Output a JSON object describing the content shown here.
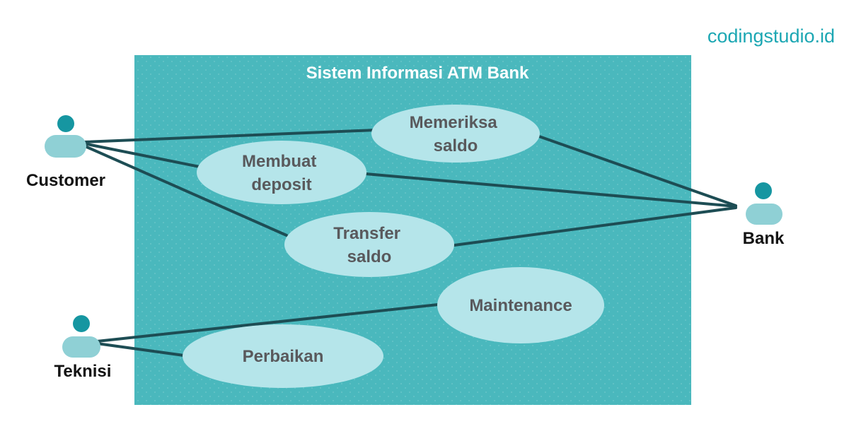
{
  "watermark": {
    "text": "codingstudio.id",
    "color": "#1ca7b3"
  },
  "system": {
    "title": "Sistem Informasi ATM Bank",
    "fill": "#4ab8bd",
    "title_color": "#ffffff"
  },
  "actors": [
    {
      "id": "customer",
      "label": "Customer"
    },
    {
      "id": "bank",
      "label": "Bank"
    },
    {
      "id": "teknisi",
      "label": "Teknisi"
    }
  ],
  "use_cases": [
    {
      "id": "memeriksa-saldo",
      "label": "Memeriksa saldo",
      "line1": "Memeriksa",
      "line2": "saldo"
    },
    {
      "id": "membuat-deposit",
      "label": "Membuat deposit",
      "line1": "Membuat",
      "line2": "deposit"
    },
    {
      "id": "transfer-saldo",
      "label": "Transfer saldo",
      "line1": "Transfer",
      "line2": "saldo"
    },
    {
      "id": "maintenance",
      "label": "Maintenance"
    },
    {
      "id": "perbaikan",
      "label": "Perbaikan"
    }
  ],
  "associations": [
    {
      "from": "customer",
      "to": "memeriksa-saldo"
    },
    {
      "from": "customer",
      "to": "membuat-deposit"
    },
    {
      "from": "customer",
      "to": "transfer-saldo"
    },
    {
      "from": "memeriksa-saldo",
      "to": "bank"
    },
    {
      "from": "membuat-deposit",
      "to": "bank"
    },
    {
      "from": "transfer-saldo",
      "to": "bank"
    },
    {
      "from": "teknisi",
      "to": "maintenance"
    },
    {
      "from": "teknisi",
      "to": "perbaikan"
    }
  ],
  "colors": {
    "background": "#ffffff",
    "system_fill": "#4ab8bd",
    "use_case_fill": "#b5e5ea",
    "use_case_text": "#59595c",
    "association_line": "#1d4d54",
    "actor_head": "#1696a1",
    "actor_body": "#8fd0d5",
    "actor_label": "#131313",
    "system_title": "#ffffff",
    "watermark": "#1ca7b3"
  }
}
